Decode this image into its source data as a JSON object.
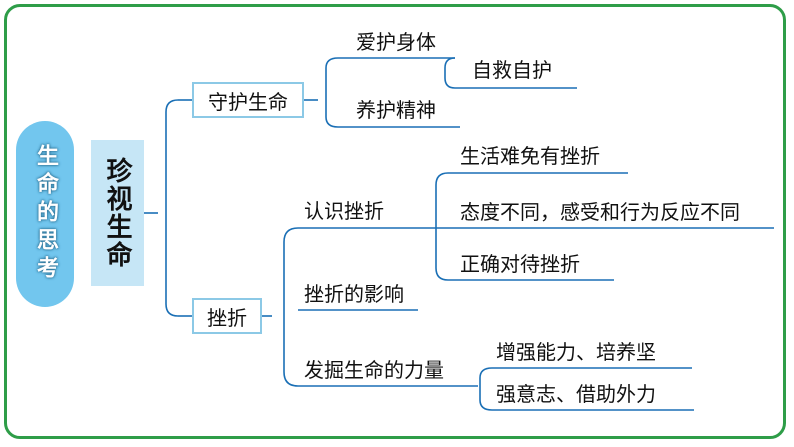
{
  "root": "生命的思考",
  "subject": "珍视生命",
  "branches": {
    "protect": "守护生命",
    "setback": "挫折"
  },
  "protect_children": [
    "爱护身体",
    "自救自护",
    "养护精神"
  ],
  "setback_children": {
    "recognize": "认识挫折",
    "recognize_items": [
      "生活难免有挫折",
      "态度不同，感受和行为反应不同",
      "正确对待挫折"
    ],
    "influence": "挫折的影响",
    "power": "发掘生命的力量",
    "power_items": [
      "增强能力、培养坚",
      "强意志、借助外力"
    ]
  },
  "colors": {
    "frame": "#2e9d48",
    "lines": "#1a6fb5",
    "root_fill": "#72c6ee",
    "sub_fill": "#c6e6f6",
    "box_border": "#8cc9e6"
  }
}
